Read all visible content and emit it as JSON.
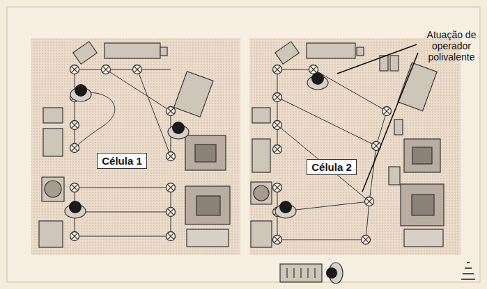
{
  "diagram": {
    "nodes": [
      {
        "text": [
          "Célula 1"
        ]
      },
      {
        "text": [
          "Célula 2"
        ]
      }
    ],
    "edges": [],
    "labels": [
      "Atuação de operador polivalente"
    ]
  }
}
